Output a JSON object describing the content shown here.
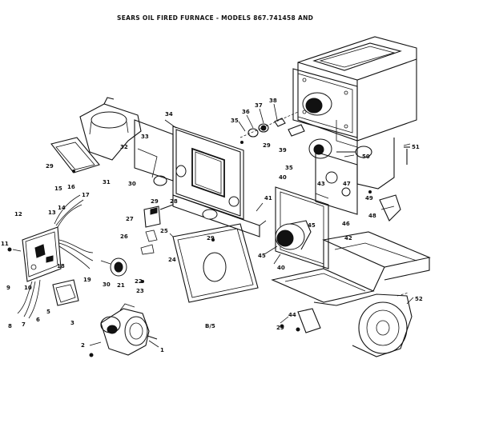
{
  "title": "SEARS OIL FIRED FURNACE - MODELS 867.741458 AND",
  "page_marker": "B/5",
  "callouts": {
    "n1": "1",
    "n2": "2",
    "n3": "3",
    "n5": "5",
    "n6": "6",
    "n7": "7",
    "n8": "8",
    "n9": "9",
    "n10": "10",
    "n11": "11",
    "n12": "12",
    "n13": "13",
    "n14": "14",
    "n15": "15",
    "n16": "16",
    "n17": "17",
    "n18": "18",
    "n19": "19",
    "n21": "21",
    "n22": "22",
    "n23": "23",
    "n24": "24",
    "n25": "25",
    "n26": "26",
    "n27": "27",
    "n28": "28",
    "n29": "29",
    "n30": "30",
    "n31": "31",
    "n32": "32",
    "n33": "33",
    "n34": "34",
    "n35": "35",
    "n36": "36",
    "n37": "37",
    "n38": "38",
    "n39": "39",
    "n40": "40",
    "n41": "41",
    "n42": "42",
    "n43": "43",
    "n44": "44",
    "n45": "45",
    "n46": "46",
    "n47": "47",
    "n48": "48",
    "n49": "49",
    "n50": "50",
    "n51": "51",
    "n52": "52"
  }
}
